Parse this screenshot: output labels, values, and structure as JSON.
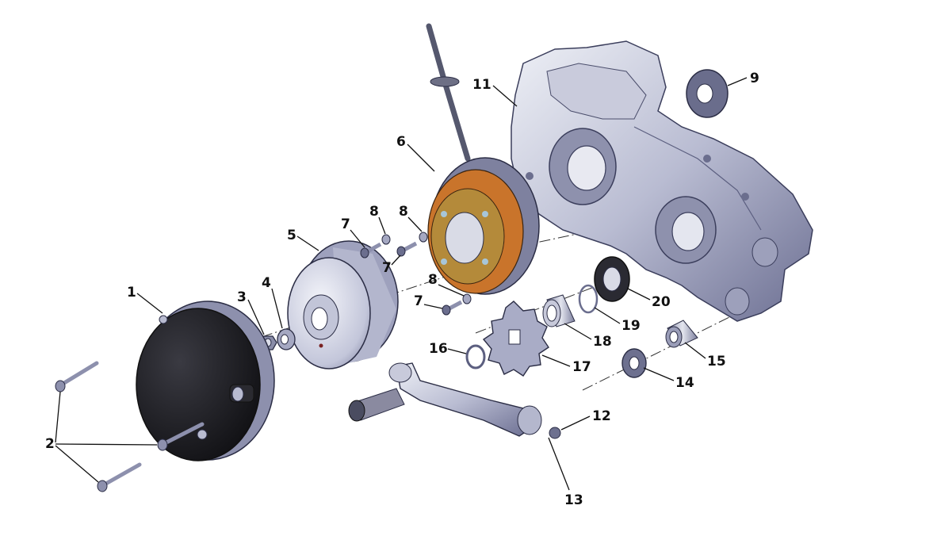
{
  "callouts": {
    "c1": "1",
    "c2": "2",
    "c3": "3",
    "c4": "4",
    "c5": "5",
    "c6": "6",
    "c7a": "7",
    "c7b": "7",
    "c7c": "7",
    "c8a": "8",
    "c8b": "8",
    "c8c": "8",
    "c9": "9",
    "c11": "11",
    "c12": "12",
    "c13": "13",
    "c14": "14",
    "c15": "15",
    "c16": "16",
    "c17": "17",
    "c18": "18",
    "c19": "19",
    "c20": "20"
  },
  "colors": {
    "metal_light": "#d9dbe6",
    "metal_mid": "#a7aac2",
    "metal_dark": "#5c5f80",
    "cover_black": "#1b1b1f",
    "stator_copper": "#c8752d",
    "stator_ring": "#a98a3f",
    "line": "#111111"
  }
}
